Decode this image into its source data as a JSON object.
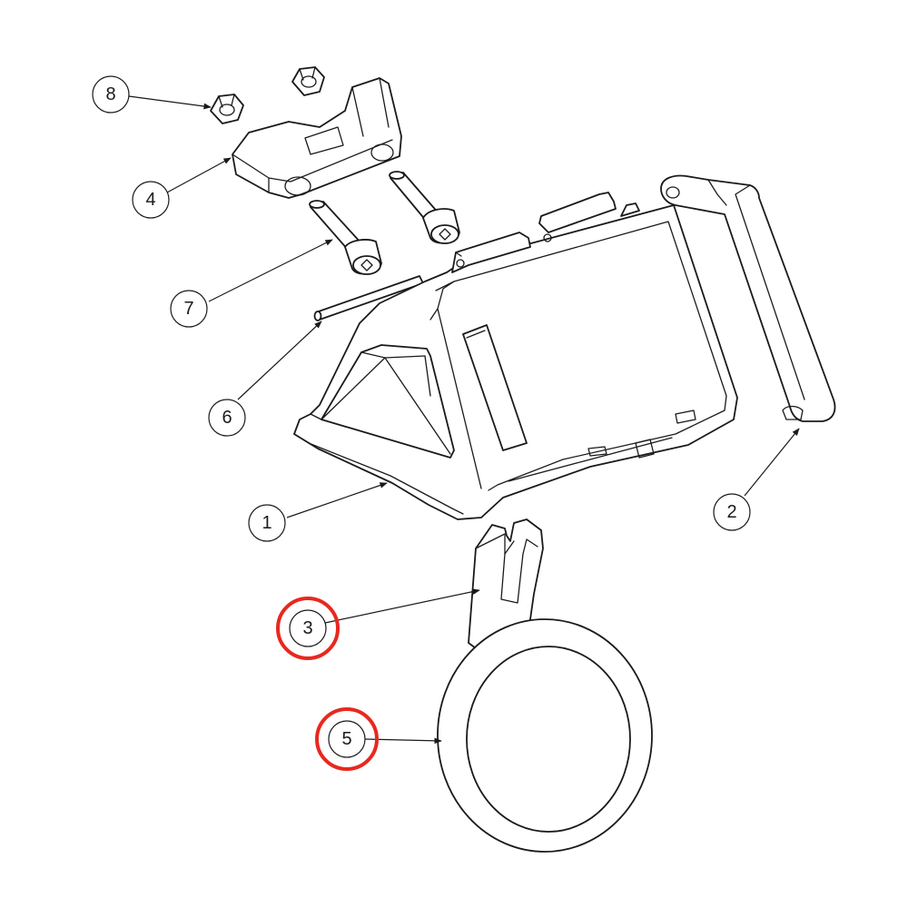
{
  "balloons": [
    {
      "label": "1"
    },
    {
      "label": "2"
    },
    {
      "label": "3",
      "highlighted": true
    },
    {
      "label": "4"
    },
    {
      "label": "5",
      "highlighted": true
    },
    {
      "label": "6"
    },
    {
      "label": "7"
    },
    {
      "label": "8"
    }
  ],
  "colors": {
    "line": "#1a1a1a",
    "highlight": "#e8281e",
    "background": "#ffffff"
  }
}
